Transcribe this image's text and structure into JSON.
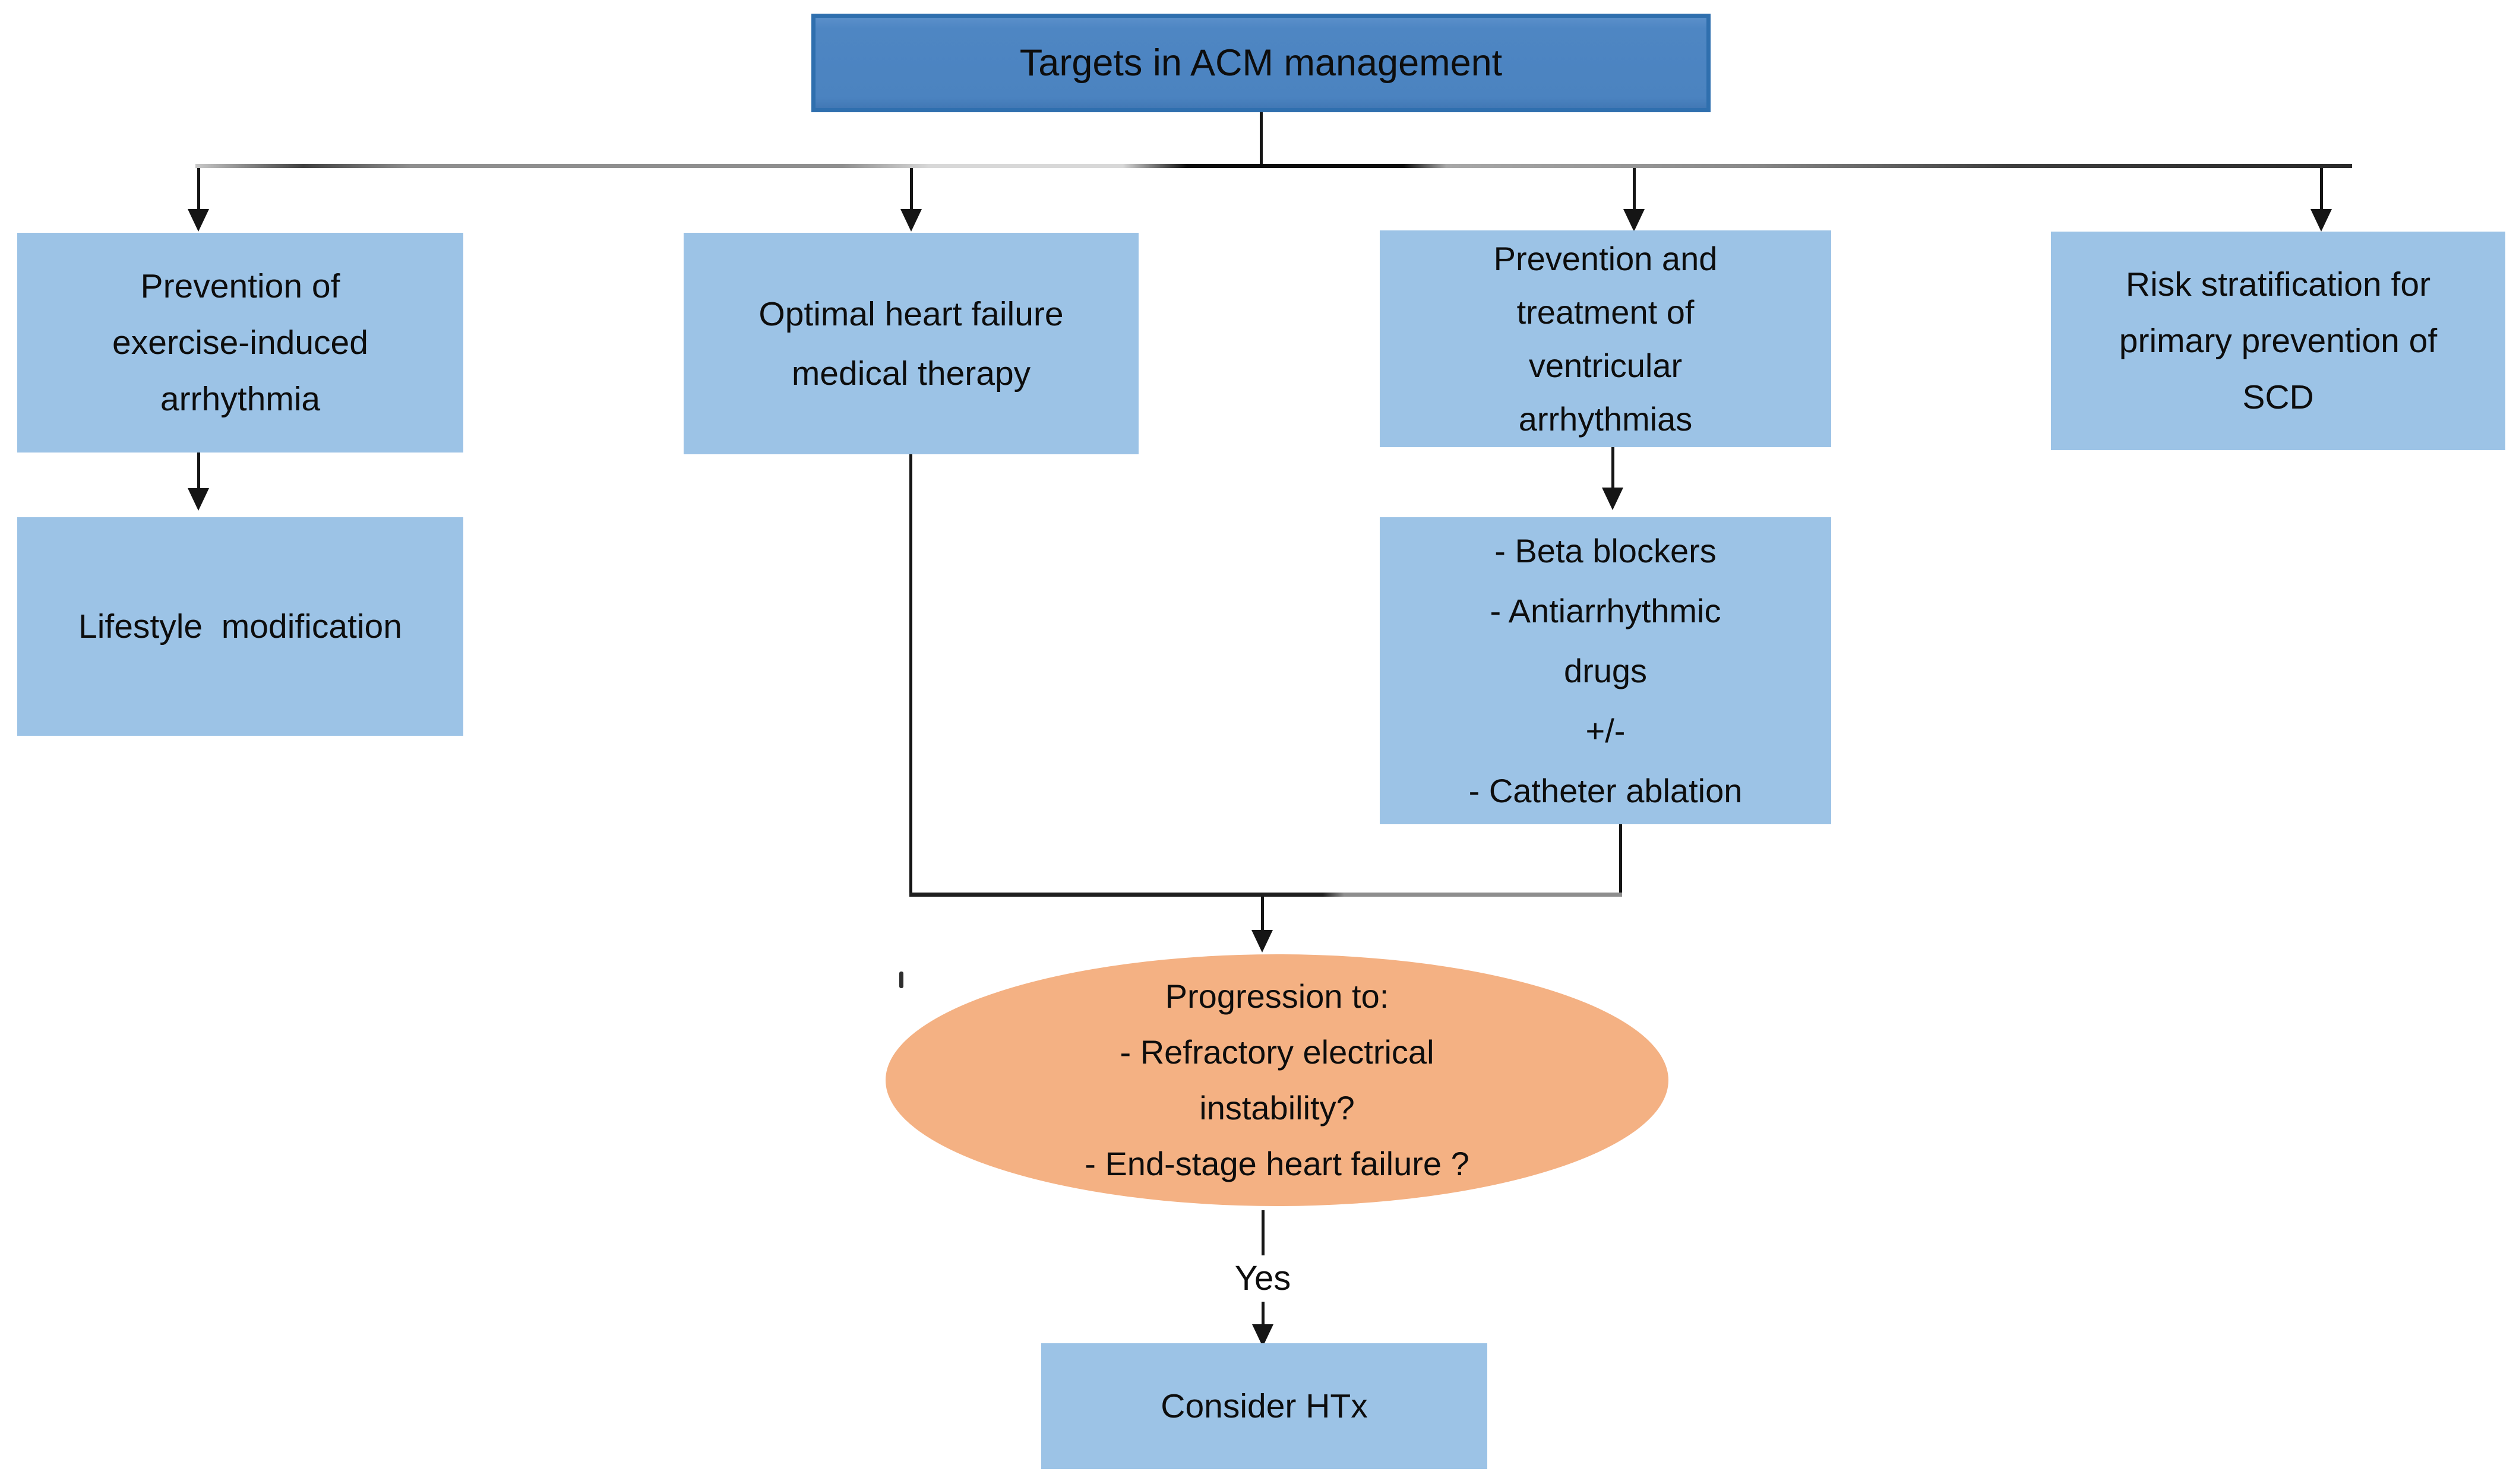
{
  "diagram": {
    "title": "Targets in ACM management",
    "nodes": {
      "root": {
        "label": "Targets in ACM management"
      },
      "b1": {
        "lines": [
          "Prevention of",
          "exercise-induced",
          "arrhythmia"
        ]
      },
      "b2": {
        "lines": [
          "Optimal heart failure",
          "medical therapy"
        ]
      },
      "b3": {
        "lines": [
          "Prevention and",
          "treatment of",
          "ventricular",
          "arrhythmias"
        ]
      },
      "b4": {
        "lines": [
          "Risk stratification for",
          "primary prevention of",
          "SCD"
        ]
      },
      "lifestyle": {
        "label": "Lifestyle  modification"
      },
      "therapy_options": {
        "lines": [
          "- Beta blockers",
          "- Antiarrhythmic",
          "drugs",
          "+/-",
          "- Catheter ablation"
        ]
      },
      "progression": {
        "lines": [
          "Progression to:",
          "- Refractory electrical",
          "instability?",
          "- End-stage heart failure ?"
        ]
      },
      "yes_label": "Yes",
      "htx": {
        "label": "Consider HTx"
      }
    },
    "colors": {
      "root_fill": "#4e86c3",
      "root_border": "#2f6fae",
      "box_fill": "#9cc3e6",
      "ellipse_fill": "#f4b183",
      "line": "#151515"
    }
  }
}
